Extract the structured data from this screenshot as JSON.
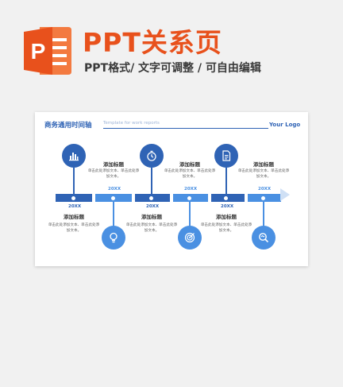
{
  "header": {
    "title": "PPT关系页",
    "subtitle": "PPT格式/ 文字可调整 / 可自由编辑",
    "logo_letter": "P"
  },
  "slide": {
    "title": "商务通用时间轴",
    "subtitle": "Template for work reports",
    "logo_text": "Your Logo"
  },
  "colors": {
    "accent_orange": "#e8511c",
    "primary_blue": "#2f63b5",
    "light_blue": "#4a90e2"
  },
  "timeline": [
    {
      "year": "20XX",
      "title": "添加标题",
      "desc": "单击此处添加文本、单击此处添加文本。",
      "icon": "bar-chart-icon"
    },
    {
      "year": "20XX",
      "title": "添加标题",
      "desc": "单击此处添加文本、单击此处添加文本。",
      "icon": "lightbulb-icon"
    },
    {
      "year": "20XX",
      "title": "添加标题",
      "desc": "单击此处添加文本、单击此处添加文本。",
      "icon": "stopwatch-icon"
    },
    {
      "year": "20XX",
      "title": "添加标题",
      "desc": "单击此处添加文本、单击此处添加文本。",
      "icon": "target-icon"
    },
    {
      "year": "20XX",
      "title": "添加标题",
      "desc": "单击此处添加文本、单击此处添加文本。",
      "icon": "document-icon"
    },
    {
      "year": "20XX",
      "title": "添加标题",
      "desc": "单击此处添加文本、单击此处添加文本。",
      "icon": "search-icon"
    }
  ]
}
